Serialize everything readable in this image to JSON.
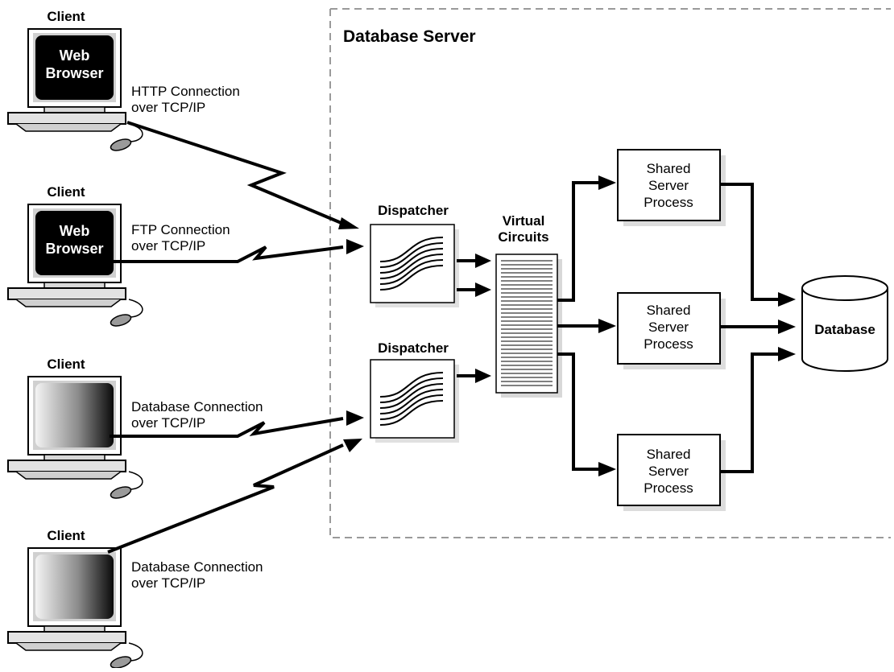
{
  "server_label": "Database Server",
  "clients": [
    {
      "label": "Client",
      "screen_text": [
        "Web",
        "Browser"
      ],
      "connection": [
        "HTTP Connection",
        "over TCP/IP"
      ]
    },
    {
      "label": "Client",
      "screen_text": [
        "Web",
        "Browser"
      ],
      "connection": [
        "FTP Connection",
        "over TCP/IP"
      ]
    },
    {
      "label": "Client",
      "screen_text": [],
      "connection": [
        "Database Connection",
        "over TCP/IP"
      ]
    },
    {
      "label": "Client",
      "screen_text": [],
      "connection": [
        "Database Connection",
        "over TCP/IP"
      ]
    }
  ],
  "dispatchers": [
    {
      "label": "Dispatcher"
    },
    {
      "label": "Dispatcher"
    }
  ],
  "virtual_circuits": {
    "label": [
      "Virtual",
      "Circuits"
    ]
  },
  "shared_servers": [
    {
      "label": [
        "Shared",
        "Server",
        "Process"
      ]
    },
    {
      "label": [
        "Shared",
        "Server",
        "Process"
      ]
    },
    {
      "label": [
        "Shared",
        "Server",
        "Process"
      ]
    }
  ],
  "database": {
    "label": "Database"
  }
}
